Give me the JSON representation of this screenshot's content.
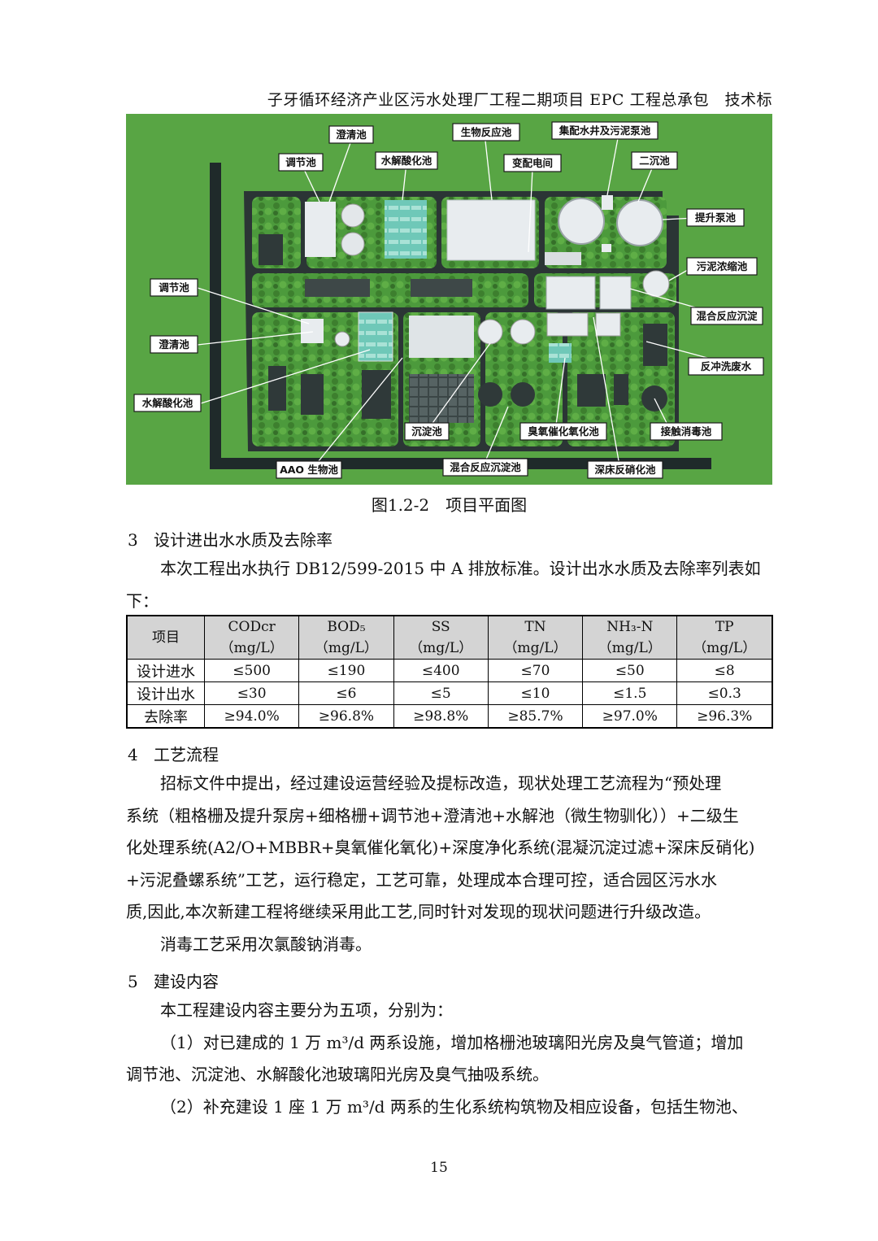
{
  "header": {
    "title": "子牙循环经济产业区污水处理厂工程二期项目 EPC 工程总承包　技术标"
  },
  "figure": {
    "caption": "图1.2-2　项目平面图",
    "labels": {
      "l1": "澄清池",
      "l2": "生物反应池",
      "l3": "集配水井及污泥泵池",
      "l4": "调节池",
      "l5": "水解酸化池",
      "l6": "变配电间",
      "l7": "二沉池",
      "l8": "提升泵池",
      "l9": "污泥浓缩池",
      "l10": "调节池",
      "l11": "混合反应沉淀",
      "l12": "澄清池",
      "l13": "反冲洗废水",
      "l14": "水解酸化池",
      "l15": "沉淀池",
      "l16": "臭氧催化氧化池",
      "l17": "接触消毒池",
      "l18": "AAO 生物池",
      "l19": "混合反应沉淀池",
      "l20": "深床反硝化池"
    },
    "colors": {
      "grass": "#4c9a3c",
      "road": "#1f2a2a",
      "roof": "#e8ecef"
    }
  },
  "section3": {
    "num": "3",
    "title": "设计进出水水质及去除率",
    "para1": "本次工程出水执行 DB12/599-2015 中 A 排放标准。设计出水水质及去除率列表如",
    "para1_cont": "下："
  },
  "table": {
    "corner": "项目",
    "headers": [
      {
        "name": "CODcr",
        "unit": "（mg/L）"
      },
      {
        "name": "BOD₅",
        "unit": "（mg/L）"
      },
      {
        "name": "SS",
        "unit": "（mg/L）"
      },
      {
        "name": "TN",
        "unit": "（mg/L）"
      },
      {
        "name": "NH₃-N",
        "unit": "（mg/L）"
      },
      {
        "name": "TP",
        "unit": "（mg/L）"
      }
    ],
    "rows": [
      {
        "label": "设计进水",
        "cells": [
          "≤500",
          "≤190",
          "≤400",
          "≤70",
          "≤50",
          "≤8"
        ]
      },
      {
        "label": "设计出水",
        "cells": [
          "≤30",
          "≤6",
          "≤5",
          "≤10",
          "≤1.5",
          "≤0.3"
        ]
      },
      {
        "label": "去除率",
        "cells": [
          "≥94.0%",
          "≥96.8%",
          "≥98.8%",
          "≥85.7%",
          "≥97.0%",
          "≥96.3%"
        ]
      }
    ]
  },
  "section4": {
    "num": "4",
    "title": "工艺流程",
    "lines": [
      "招标文件中提出，经过建设运营经验及提标改造，现状处理工艺流程为“预处理",
      "系统（粗格栅及提升泵房+细格栅+调节池+澄清池+水解池（微生物驯化））+二级生",
      "化处理系统(A2/O+MBBR+臭氧催化氧化)+深度净化系统(混凝沉淀过滤+深床反硝化)",
      "+污泥叠螺系统”工艺，运行稳定，工艺可靠，处理成本合理可控，适合园区污水水",
      "质,因此,本次新建工程将继续采用此工艺,同时针对发现的现状问题进行升级改造。",
      "消毒工艺采用次氯酸钠消毒。"
    ]
  },
  "section5": {
    "num": "5",
    "title": "建设内容",
    "lines": [
      "本工程建设内容主要分为五项，分别为：",
      "（1）对已建成的 1 万 m³/d 两系设施，增加格栅池玻璃阳光房及臭气管道；增加",
      "调节池、沉淀池、水解酸化池玻璃阳光房及臭气抽吸系统。",
      "（2）补充建设 1 座 1 万 m³/d 两系的生化系统构筑物及相应设备，包括生物池、"
    ]
  },
  "page_number": "15"
}
